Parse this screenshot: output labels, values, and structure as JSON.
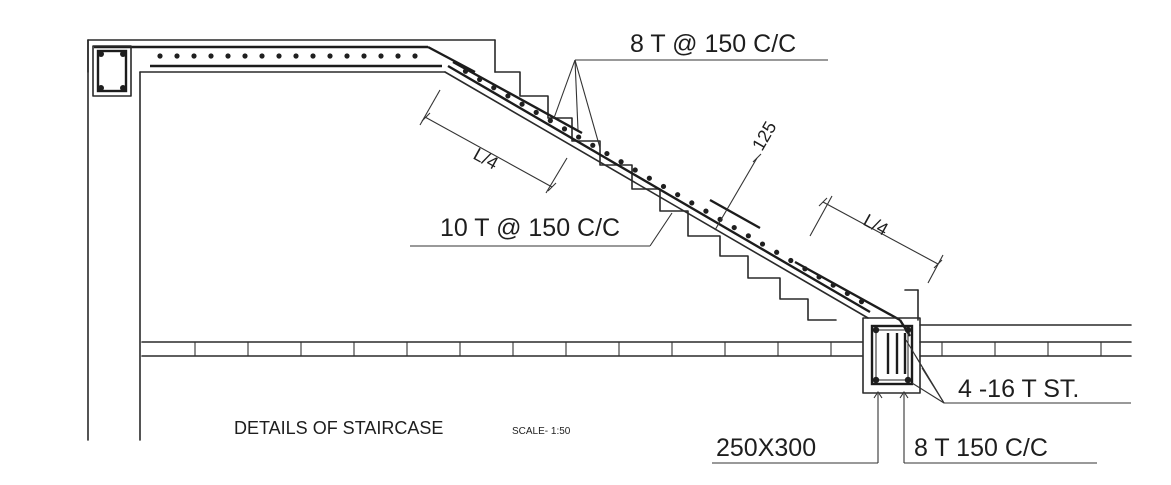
{
  "drawing": {
    "title": "DETAILS OF STAIRCASE",
    "scale": "SCALE- 1:50"
  },
  "annotations": {
    "top_reinforcement": "8 T @ 150 C/C",
    "bottom_reinforcement": "10 T @ 150 C/C",
    "waist_thickness": "125",
    "length_upper": "L/4",
    "length_lower": "L/4",
    "beam_bars": "4 -16 T ST.",
    "beam_size": "250X300",
    "stirrups": "8 T 150 C/C"
  },
  "colors": {
    "line": "#2a2a2a",
    "background": "#ffffff"
  }
}
